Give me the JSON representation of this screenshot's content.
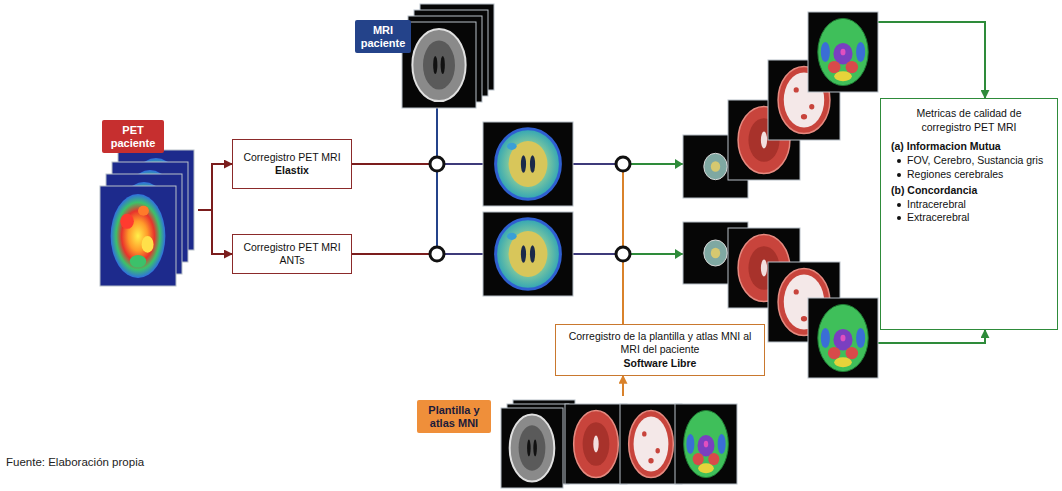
{
  "diagram": {
    "nodes": [
      {
        "text": [
          "MRI paciente"
        ]
      },
      {
        "text": [
          "PET paciente"
        ]
      },
      {
        "text": [
          "Corregistro PET MRI",
          "Elastix"
        ]
      },
      {
        "text": [
          "Corregistro PET MRI ANTs"
        ]
      },
      {
        "text": [
          "Corregistro de la plantilla y atlas MNI al MRI del paciente",
          "Software Libre"
        ]
      },
      {
        "text": [
          "Plantilla y atlas MNI"
        ]
      },
      {
        "text": [
          "Metricas de calidad de corregistro PET MRI",
          "(a) Informacion Mutua",
          "FOV, Cerebro, Sustancia gris",
          "Regiones cerebrales",
          "(b) Concordancia",
          "Intracerebral",
          "Extracerebral"
        ]
      }
    ],
    "edges": [
      {
        "from": 1,
        "to": 2,
        "arrow": "to"
      },
      {
        "from": 1,
        "to": 3,
        "arrow": "to"
      },
      {
        "from": 5,
        "to": 4,
        "arrow": "to"
      },
      {
        "from": 2,
        "to": 6,
        "arrow": "to"
      },
      {
        "from": 3,
        "to": 6,
        "arrow": "to"
      }
    ],
    "labels": [
      "Fuente: Elaboración propia"
    ]
  }
}
